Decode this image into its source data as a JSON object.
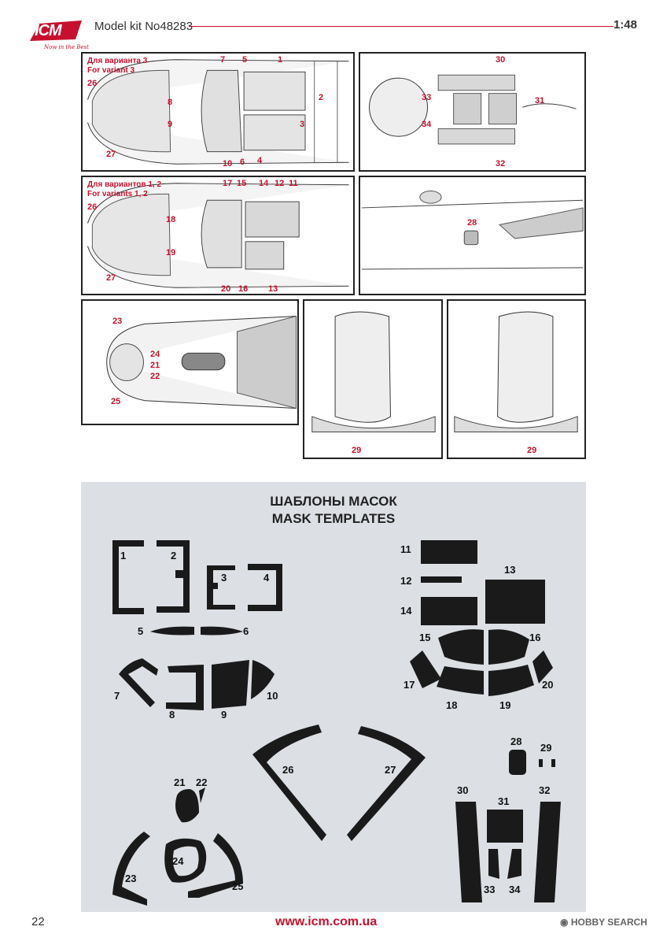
{
  "header": {
    "logo_text": "ICM",
    "logo_tagline": "Now in the Best",
    "kit_title": "Model kit No48283",
    "scale": "1:48"
  },
  "panels": {
    "variant3": {
      "label_ru": "Для варианта 3",
      "label_en": "For variant 3",
      "callouts": [
        "1",
        "2",
        "3",
        "4",
        "5",
        "6",
        "7",
        "8",
        "9",
        "10",
        "26",
        "27"
      ]
    },
    "top_right": {
      "callouts": [
        "30",
        "31",
        "32",
        "33",
        "34"
      ]
    },
    "variants12": {
      "label_ru": "Для вариантов 1, 2",
      "label_en": "For variants 1, 2",
      "callouts": [
        "11",
        "12",
        "13",
        "14",
        "15",
        "16",
        "17",
        "18",
        "19",
        "20",
        "26",
        "27"
      ]
    },
    "side": {
      "callouts": [
        "28"
      ]
    },
    "nose": {
      "callouts": [
        "21",
        "22",
        "23",
        "24",
        "25"
      ]
    },
    "tail_left": {
      "callouts": [
        "29"
      ]
    },
    "tail_right": {
      "callouts": [
        "29"
      ]
    }
  },
  "templates": {
    "title_ru": "ШАБЛОНЫ МАСОК",
    "title_en": "MASK TEMPLATES",
    "labels": [
      "1",
      "2",
      "3",
      "4",
      "5",
      "6",
      "7",
      "8",
      "9",
      "10",
      "11",
      "12",
      "13",
      "14",
      "15",
      "16",
      "17",
      "18",
      "19",
      "20",
      "21",
      "22",
      "23",
      "24",
      "25",
      "26",
      "27",
      "28",
      "29",
      "30",
      "31",
      "32",
      "33",
      "34"
    ]
  },
  "footer": {
    "page_number": "22",
    "website": "www.icm.com.ua",
    "watermark": "HOBBY SEARCH"
  },
  "colors": {
    "accent": "#c8102e",
    "template_bg": "#dcdfe3",
    "mask": "#1a1a1a"
  }
}
